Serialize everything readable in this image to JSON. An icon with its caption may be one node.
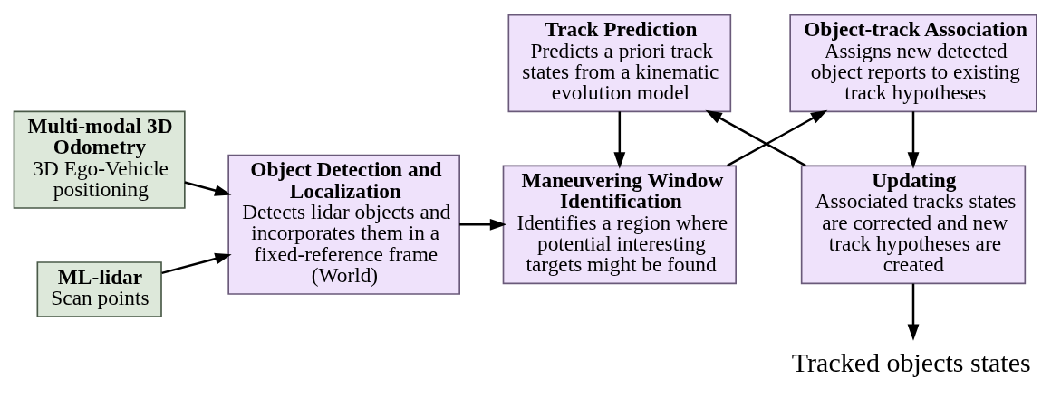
{
  "diagram": {
    "nodes": [
      {
        "text": [
          "Multi-modal 3D Odometry",
          "3D Ego-Vehicle positioning"
        ]
      },
      {
        "text": [
          "ML-lidar",
          "Scan points"
        ]
      },
      {
        "text": [
          "Object Detection and Localization",
          "Detects lidar objects and incorporates them in a fixed-reference frame (World)"
        ]
      },
      {
        "text": [
          "Maneuvering Window Identification",
          "Identifies a region where potential interesting targets might be found"
        ]
      },
      {
        "text": [
          "Object-track Association",
          "Assigns new detected object reports to existing track hypotheses"
        ]
      },
      {
        "text": [
          "Track Prediction",
          "Predicts a priori track states from a kinematic evolution model"
        ]
      },
      {
        "text": [
          "Updating",
          "Associated tracks states are corrected and new track hypotheses are created"
        ]
      },
      {
        "text": [
          "Tracked objects states"
        ]
      }
    ],
    "edges": [
      {
        "from": 0,
        "to": 2,
        "arrow": "to"
      },
      {
        "from": 1,
        "to": 2,
        "arrow": "to"
      },
      {
        "from": 2,
        "to": 3,
        "arrow": "to"
      },
      {
        "from": 3,
        "to": 4,
        "arrow": "to"
      },
      {
        "from": 4,
        "to": 6,
        "arrow": "to"
      },
      {
        "from": 6,
        "to": 5,
        "arrow": "to"
      },
      {
        "from": 5,
        "to": 3,
        "arrow": "to"
      },
      {
        "from": 6,
        "to": 7,
        "arrow": "to"
      }
    ]
  }
}
